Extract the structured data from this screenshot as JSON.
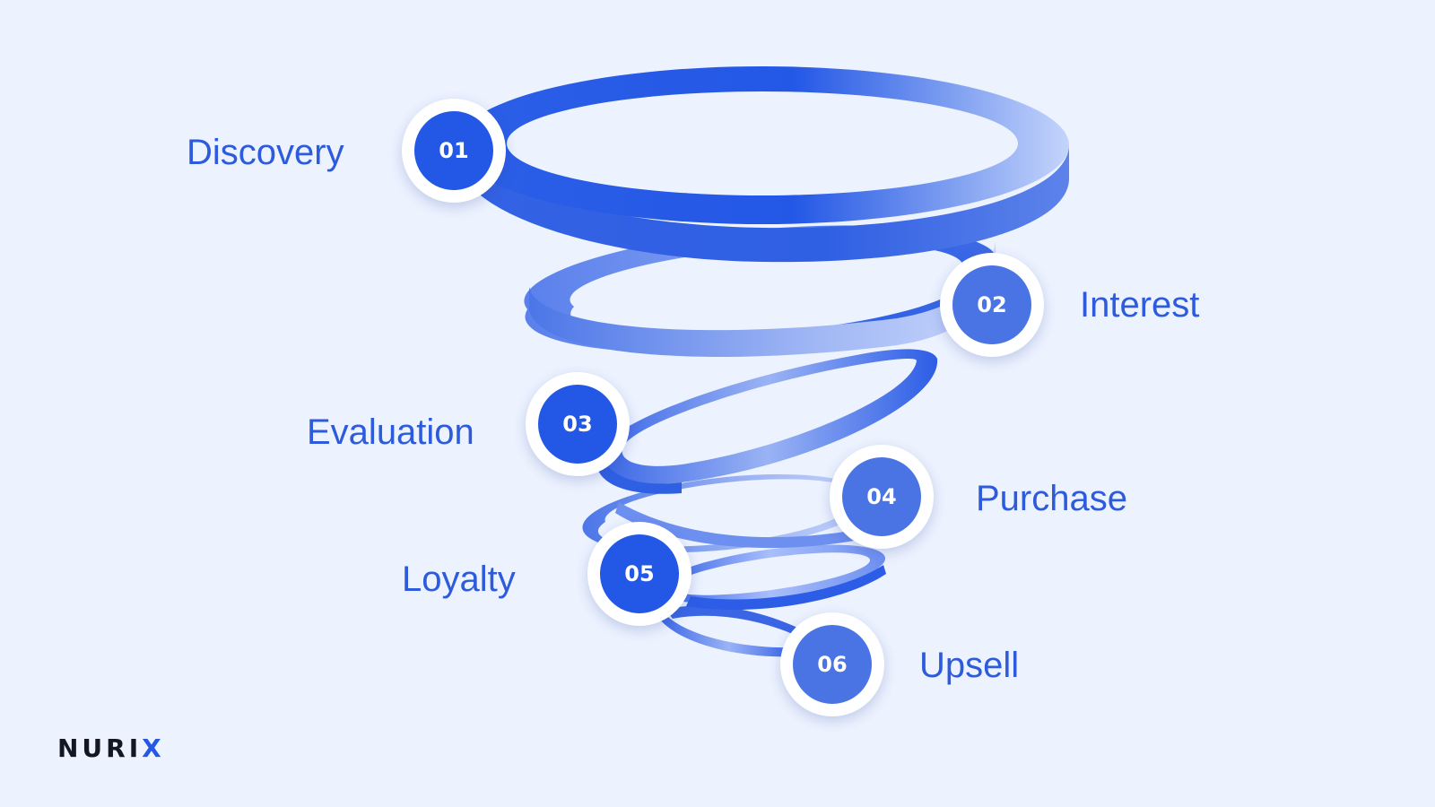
{
  "stages": [
    {
      "number": "01",
      "label": "Discovery"
    },
    {
      "number": "02",
      "label": "Interest"
    },
    {
      "number": "03",
      "label": "Evaluation"
    },
    {
      "number": "04",
      "label": "Purchase"
    },
    {
      "number": "05",
      "label": "Loyalty"
    },
    {
      "number": "06",
      "label": "Upsell"
    }
  ],
  "brand": {
    "logo_main": "NURI",
    "logo_accent": "X"
  },
  "colors": {
    "background": "#ecf2fe",
    "primary": "#2357e6",
    "secondary": "#4a74e4",
    "label_text": "#2d5bdc",
    "logo_text": "#141722"
  }
}
